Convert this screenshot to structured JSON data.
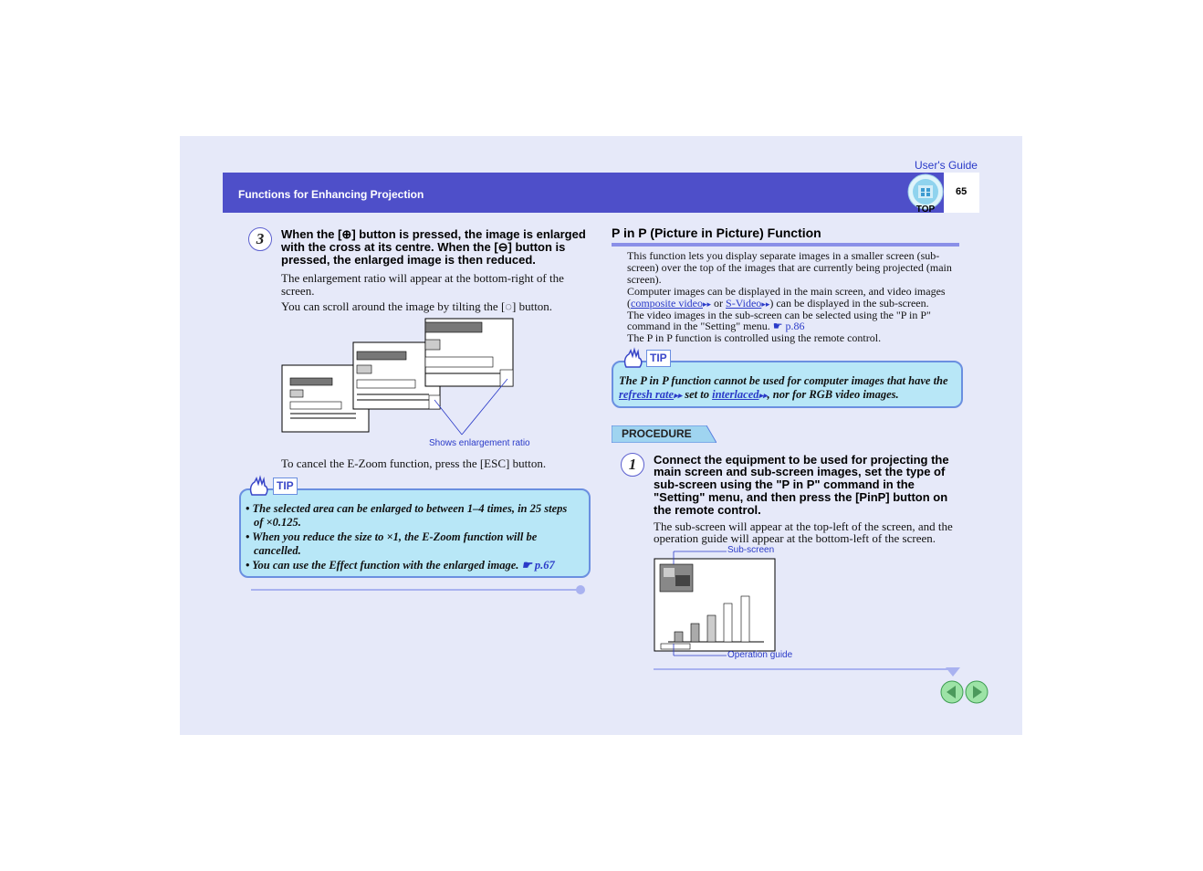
{
  "header": {
    "guide_link": "User's Guide",
    "title": "Functions for Enhancing Projection",
    "page_number": "65",
    "top_label": "TOP"
  },
  "left": {
    "step3": {
      "number": "3",
      "heading_l1": "When the [⊕] button is pressed, the image is enlarged",
      "heading_l2": "with the cross at its centre. When the [⊖] button is",
      "heading_l3": "pressed, the enlarged image is then reduced.",
      "body_l1": "The enlargement ratio will appear at the bottom-right of the",
      "body_l2": "screen.",
      "body_l3": "You can scroll around the image by tilting the [◌] button."
    },
    "figure_caption": "Shows enlargement ratio",
    "cancel_text": "To cancel the E-Zoom function, press the [ESC] button.",
    "tip": {
      "label": "TIP",
      "item1_l1": "• The selected area can be enlarged to between 1–4 times, in 25 steps",
      "item1_l2": "of ×0.125.",
      "item2_l1": "• When you reduce the size to ×1, the E-Zoom function will be",
      "item2_l2": "cancelled.",
      "item3": "• You can use the Effect function with the enlarged image.",
      "item3_ref": "☛ p.67"
    }
  },
  "right": {
    "section_title": "P in P (Picture in Picture) Function",
    "intro_l1": "This function lets you display separate images in a smaller screen (sub-",
    "intro_l2": "screen) over the top of the images that are currently being projected (main",
    "intro_l3": "screen).",
    "intro_l4": "Computer images can be displayed in the main screen, and video images",
    "intro_l5_pre": "(",
    "intro_link_composite": "composite video",
    "intro_l5_mid": " or ",
    "intro_link_svideo": "S-Video",
    "intro_l5_post": ") can be displayed in the sub-screen.",
    "intro_l6": "The video images in the sub-screen can be selected using the \"P in P\"",
    "intro_l7": "command in the \"Setting\" menu.",
    "intro_l7_ref": "☛ p.86",
    "intro_l8": "The P in P function is controlled using the remote control.",
    "tip": {
      "label": "TIP",
      "l1": "The P in P function cannot be used for computer images that have the",
      "link_refresh": "refresh rate",
      "l2_mid": " set to ",
      "link_interlaced": "interlaced",
      "l2_post": ", nor for RGB video images."
    },
    "procedure_label": "PROCEDURE",
    "step1": {
      "number": "1",
      "heading_l1": "Connect the equipment to be used for projecting the",
      "heading_l2": "main screen and sub-screen images, set the type of",
      "heading_l3": "sub-screen using the \"P in P\" command in the",
      "heading_l4": "\"Setting\" menu, and then press the [PinP] button on",
      "heading_l5": "the remote control.",
      "body_l1": "The sub-screen will appear at the top-left of the screen, and the",
      "body_l2": "operation guide will appear at the bottom-left of the screen."
    },
    "caption_subscreen": "Sub-screen",
    "caption_opguide": "Operation guide"
  },
  "colors": {
    "page_bg": "#e6e9f9",
    "header_bg": "#4e4fc9",
    "tip_bg": "#b8e7f7",
    "link": "#2a3ac8"
  }
}
